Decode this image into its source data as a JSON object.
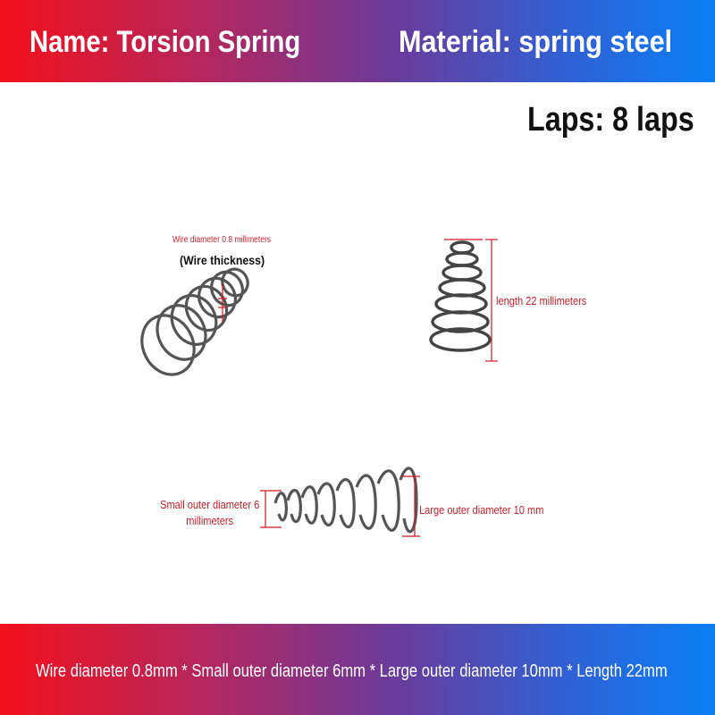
{
  "header": {
    "name_label": "Name: Torsion Spring",
    "material_label": "Material: spring steel"
  },
  "laps_label": "Laps: 8 laps",
  "annotations": {
    "wire_diameter": "Wire diameter 0.8 millimeters",
    "wire_thickness": "(Wire thickness)",
    "length": "length 22 millimeters",
    "small_outer_diameter": "Small outer diameter 6 millimeters",
    "large_outer_diameter": "Large outer diameter 10 mm"
  },
  "footer": {
    "spec_line": "Wire diameter 0.8mm * Small outer diameter 6mm * Large outer diameter 10mm * Length 22mm"
  },
  "colors": {
    "banner_start": "#f2101c",
    "banner_end": "#0a7ff5",
    "annotation_red": "#c8202a"
  }
}
